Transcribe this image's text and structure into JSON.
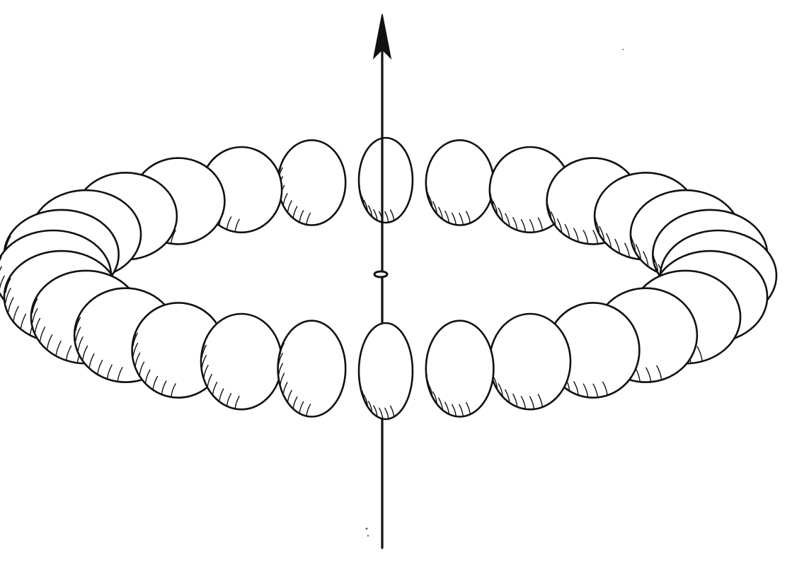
{
  "figure": {
    "kind": "line drawing",
    "blob_count": 28,
    "stroke_color": "#111111",
    "background_color": "#ffffff",
    "axis_direction": "up",
    "shading": "hatched"
  }
}
